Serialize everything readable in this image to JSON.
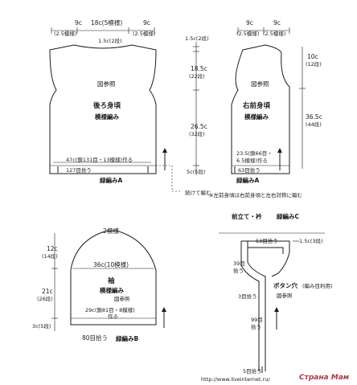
{
  "back": {
    "top_left": "9c",
    "top_left_sub": "(2.5模様)",
    "top_mid": "18c(5模様)",
    "top_right": "9c",
    "top_right_sub": "(2.5模様)",
    "neck": "1.5c(2段)",
    "ref": "図参照",
    "title": "後ろ身頃",
    "pattern": "模様編み",
    "bottom_width": "47c(鎖131目・13模様)作る",
    "pickup": "127目拾う",
    "edge": "緑編みA"
  },
  "center_dims": {
    "d1": "1.5c(2段)",
    "d2": "18.5c",
    "d2_sub": "(22段)",
    "d3": "26.5c",
    "d3_sub": "(32段)",
    "d4": "5c(5段)",
    "cont": "続けて編む"
  },
  "front": {
    "top_left": "9c",
    "top_left_sub": "(2.5模様)",
    "top_right": "9c",
    "top_right_sub": "(2.5模様)",
    "side1": "10c",
    "side1_sub": "(12段)",
    "side2": "36.5c",
    "side2_sub": "(44段)",
    "ref": "図参照",
    "title": "右前身頃",
    "pattern": "模様編み",
    "bottom_width": "23.5(鎖66目・",
    "bottom_width2": "6.5模様)作る",
    "pickup": "63目拾う",
    "edge": "緑編みA",
    "note": "※左前身頃は右前身頃と左右対称に編む"
  },
  "sleeve": {
    "top": "2模様",
    "h1": "12c",
    "h1_sub": "(14段)",
    "width": "36c(10模様)",
    "title": "袖",
    "pattern": "模様編み",
    "ref": "図参照",
    "h2": "21c",
    "h2_sub": "(26段)",
    "bottom_width": "29c(鎖81目・8模様)",
    "bottom_width2": "作る",
    "h3": "3c(5段)",
    "pickup": "80目拾う",
    "edge": "緑編みB"
  },
  "band": {
    "title": "前立て・衿",
    "edge": "緑編みC",
    "pick1": "53目拾う",
    "width": "1.5c(3段)",
    "pick2": "39目",
    "pick2_sub": "拾う",
    "button": "ボタン穴",
    "button_sub": "(編み目利用)",
    "ref": "図参照",
    "pick3": "3目拾う",
    "pick4": "99目",
    "pick4_sub": "拾う",
    "pick5": "5目拾う"
  },
  "watermark": {
    "url": "http://www.liveinternet.ru/",
    "brand": "Страна Мам"
  }
}
